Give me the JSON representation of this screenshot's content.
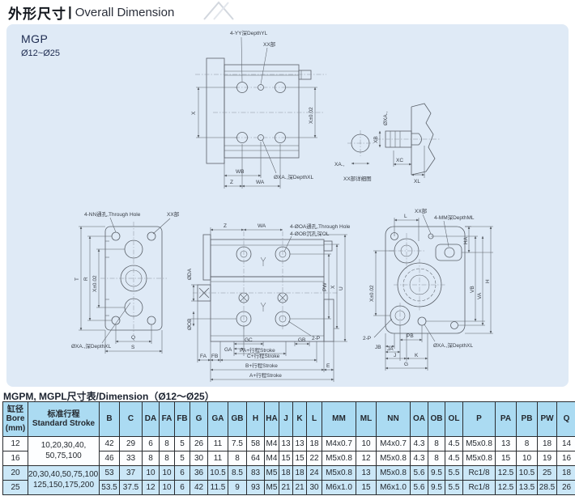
{
  "header": {
    "title_zh": "外形尺寸",
    "divider": "|",
    "title_en": "Overall Dimension"
  },
  "panel": {
    "model": "MGP",
    "bore_range": "Ø12~Ø25"
  },
  "drawings": {
    "top_view": {
      "label_yy": "4-YY深DepthYL",
      "label_xx": "XX部",
      "dim_x": "X",
      "dim_x_tol": "X±0.02",
      "dim_wb": "WB",
      "dim_z": "Z",
      "dim_wa": "WA",
      "label_xa_hole": "ØXA.,深DepthXL"
    },
    "detail_view": {
      "dim_xa": "XA.,",
      "caption": "XX部详细图",
      "dim_dia_xa": "ØXA.,",
      "dim_xb": "XB",
      "dim_xc": "XC",
      "dim_xl": "XL"
    },
    "left_view": {
      "label_nn": "4-NN通孔,Through Hole",
      "label_xx": "XX部",
      "dim_t": "T",
      "dim_r": "R",
      "dim_x_tol": "X±0.02",
      "dim_q": "Q",
      "dim_s": "S",
      "label_xa_hole": "ØXA.,深DepthXL"
    },
    "center_view": {
      "dim_z": "Z",
      "dim_wa": "WA",
      "label_oa": "4-ØOA通孔,Through Hole",
      "label_ob": "4-ØOB沉孔深OL",
      "dim_da": "ØDA",
      "dim_ob": "ØOB",
      "dim_pw": "PW",
      "dim_x": "X",
      "dim_u": "U",
      "label_2p": "2-P",
      "dim_gc": "GC",
      "dim_ga": "GA",
      "dim_gb": "GB",
      "dim_fa": "FA",
      "dim_fb": "FB",
      "dim_e": "E",
      "dim_pa_stroke": "PA+行程Stroke",
      "dim_c_stroke": "C+行程Stroke",
      "dim_b_stroke": "B+行程Stroke",
      "dim_a_stroke": "A+行程Stroke"
    },
    "right_view": {
      "label_xx": "XX部",
      "label_mm": "4-MM深DepthML",
      "dim_l": "L",
      "dim_ha": "HA",
      "dim_vb": "VB",
      "dim_va": "VA",
      "dim_h": "H",
      "dim_x_tol": "X±0.02",
      "label_2p": "2-P",
      "dim_pb": "PB",
      "dim_jb": "JB",
      "dim_ja": "JA",
      "dim_j": "J",
      "dim_k": "K",
      "dim_g": "G",
      "label_xa_hole": "ØXA.,深DepthXL"
    }
  },
  "table": {
    "title": "MGPM, MGPL尺寸表/Dimension（Ø12～Ø25）",
    "bore_header": [
      "缸径",
      "Bore",
      "(mm)"
    ],
    "stroke_header": [
      "标准行程",
      "Standard Stroke"
    ],
    "columns": [
      "B",
      "C",
      "DA",
      "FA",
      "FB",
      "G",
      "GA",
      "GB",
      "H",
      "HA",
      "J",
      "K",
      "L",
      "MM",
      "ML",
      "NN",
      "OA",
      "OB",
      "OL",
      "P",
      "PA",
      "PB",
      "PW",
      "Q"
    ],
    "groups": [
      {
        "stroke": [
          "10,20,30,40,",
          "50,75,100"
        ],
        "highlight": false,
        "rows": [
          {
            "bore": "12",
            "values": [
              "42",
              "29",
              "6",
              "8",
              "5",
              "26",
              "11",
              "7.5",
              "58",
              "M4",
              "13",
              "13",
              "18",
              "M4x0.7",
              "10",
              "M4x0.7",
              "4.3",
              "8",
              "4.5",
              "M5x0.8",
              "13",
              "8",
              "18",
              "14"
            ]
          },
          {
            "bore": "16",
            "values": [
              "46",
              "33",
              "8",
              "8",
              "5",
              "30",
              "11",
              "8",
              "64",
              "M4",
              "15",
              "15",
              "22",
              "M5x0.8",
              "12",
              "M5x0.8",
              "4.3",
              "8",
              "4.5",
              "M5x0.8",
              "15",
              "10",
              "19",
              "16"
            ]
          }
        ]
      },
      {
        "stroke": [
          "20,30,40,50,75,100,",
          "125,150,175,200"
        ],
        "highlight": true,
        "rows": [
          {
            "bore": "20",
            "values": [
              "53",
              "37",
              "10",
              "10",
              "6",
              "36",
              "10.5",
              "8.5",
              "83",
              "M5",
              "18",
              "18",
              "24",
              "M5x0.8",
              "13",
              "M5x0.8",
              "5.6",
              "9.5",
              "5.5",
              "Rc1/8",
              "12.5",
              "10.5",
              "25",
              "18"
            ]
          },
          {
            "bore": "25",
            "values": [
              "53.5",
              "37.5",
              "12",
              "10",
              "6",
              "42",
              "11.5",
              "9",
              "93",
              "M5",
              "21",
              "21",
              "30",
              "M6x1.0",
              "15",
              "M6x1.0",
              "5.6",
              "9.5",
              "5.5",
              "Rc1/8",
              "12.5",
              "13.5",
              "28.5",
              "26"
            ]
          }
        ]
      }
    ]
  },
  "colors": {
    "panel_bg": "#dfeaf6",
    "table_header_bg": "#abdbf2",
    "row_highlight_bg": "#cbe7f7",
    "line_color": "#5a6068",
    "title_color": "#14181f"
  }
}
